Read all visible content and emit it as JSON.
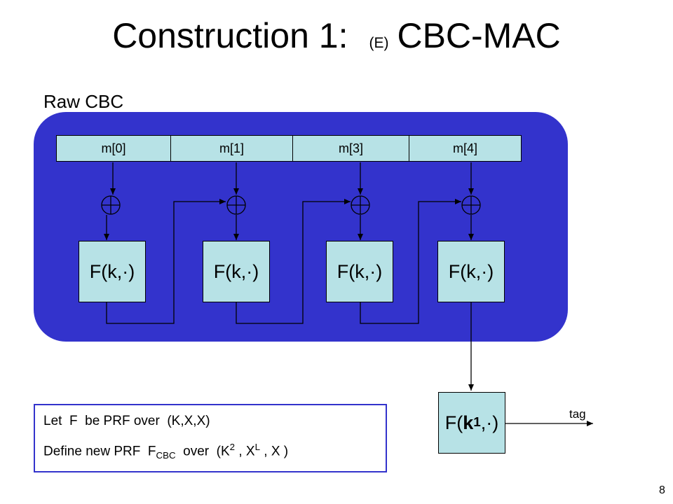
{
  "title": {
    "main": "Construction 1:",
    "small": "(E)",
    "suffix": "CBC-MAC"
  },
  "subtitle": "Raw CBC",
  "message_blocks": [
    "m[0]",
    "m[1]",
    "m[3]",
    "m[4]"
  ],
  "prf_box_label": "F(k,·)",
  "final_box": {
    "prefix": "F(",
    "key": "k",
    "key_sub": "1",
    "suffix": ",·)"
  },
  "tag_label": "tag",
  "definition": {
    "line1": "Let  F  be PRF over  (K,X,X)",
    "line2_prefix": "Define new PRF  F",
    "line2_sub": "CBC",
    "line2_mid": "  over  (K",
    "line2_sup1": "2",
    "line2_mid2": " , X",
    "line2_sup2": "L",
    "line2_end": " , X )"
  },
  "page_number": "8",
  "colors": {
    "panel": "#3333cc",
    "box_fill": "#b7e2e6",
    "definition_border": "#3333cc"
  }
}
